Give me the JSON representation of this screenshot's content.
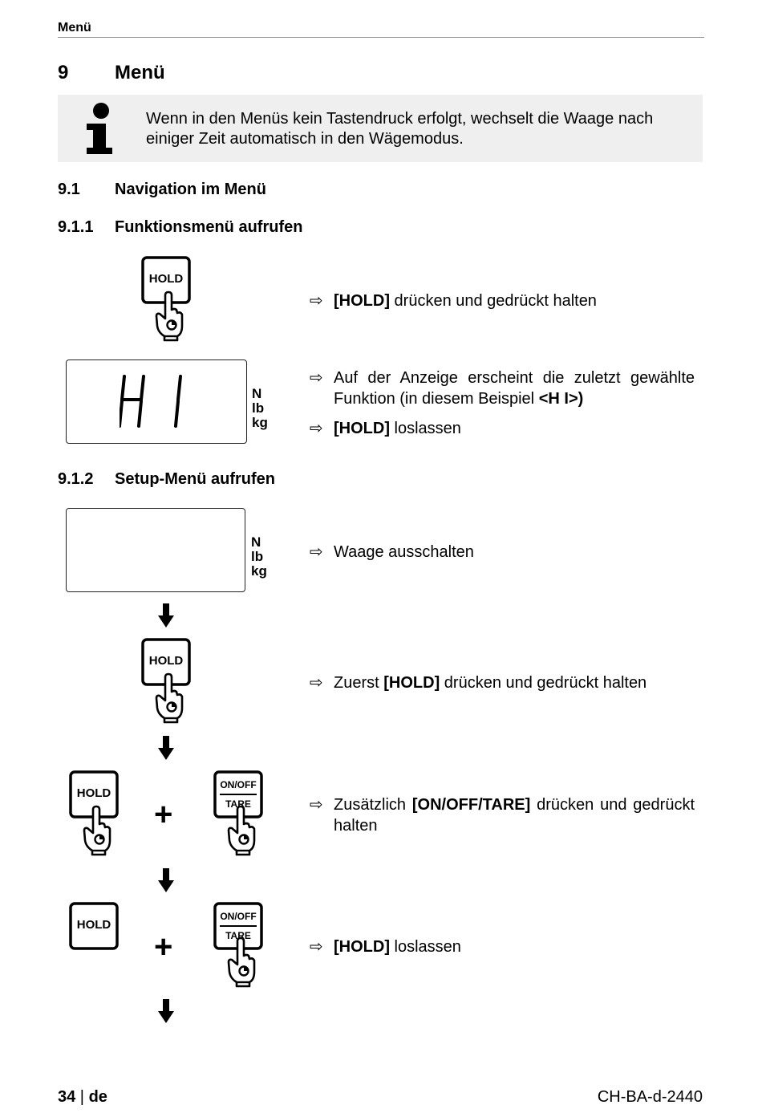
{
  "header": {
    "running_title": "Menü"
  },
  "section": {
    "number": "9",
    "title": "Menü"
  },
  "info": {
    "text": "Wenn in den Menüs kein Tastendruck erfolgt, wechselt die Waage nach einiger Zeit automatisch in den Wägemodus.",
    "icon": "info-icon"
  },
  "sub1": {
    "number": "9.1",
    "title": "Navigation im Menü"
  },
  "sub11": {
    "number": "9.1.1",
    "title": "Funktionsmenü aufrufen"
  },
  "sub12": {
    "number": "9.1.2",
    "title": "Setup-Menü aufrufen"
  },
  "keys": {
    "hold": "HOLD",
    "on_off": "ON/OFF",
    "tare": "TARE"
  },
  "display": {
    "code": "H1",
    "unit_n": "N",
    "unit_lb": "lb",
    "unit_kg": "kg"
  },
  "steps": {
    "s1": {
      "bold": "[HOLD]",
      "rest": " drücken und gedrückt halten"
    },
    "s2": {
      "text": "Auf der Anzeige erscheint die zuletzt gewählte Funktion (in diesem Beispiel ",
      "code_open": "<",
      "code": "H I",
      "code_close": ">)"
    },
    "s3": {
      "bold": "[HOLD]",
      "rest": " loslassen"
    },
    "s4": {
      "text": "Waage ausschalten"
    },
    "s5": {
      "pre": "Zuerst ",
      "bold": "[HOLD]",
      "rest": " drücken und gedrückt halten"
    },
    "s6": {
      "pre": "Zusätzlich ",
      "bold": "[ON/OFF/TARE]",
      "rest": " drücken und gedrückt halten"
    },
    "s7": {
      "bold": "[HOLD]",
      "rest": " loslassen"
    }
  },
  "bullet_symbol": "⇨",
  "plus_symbol": "+",
  "footer": {
    "page": "34",
    "separator": " | ",
    "lang": "de",
    "doc_id": "CH-BA-d-2440"
  }
}
